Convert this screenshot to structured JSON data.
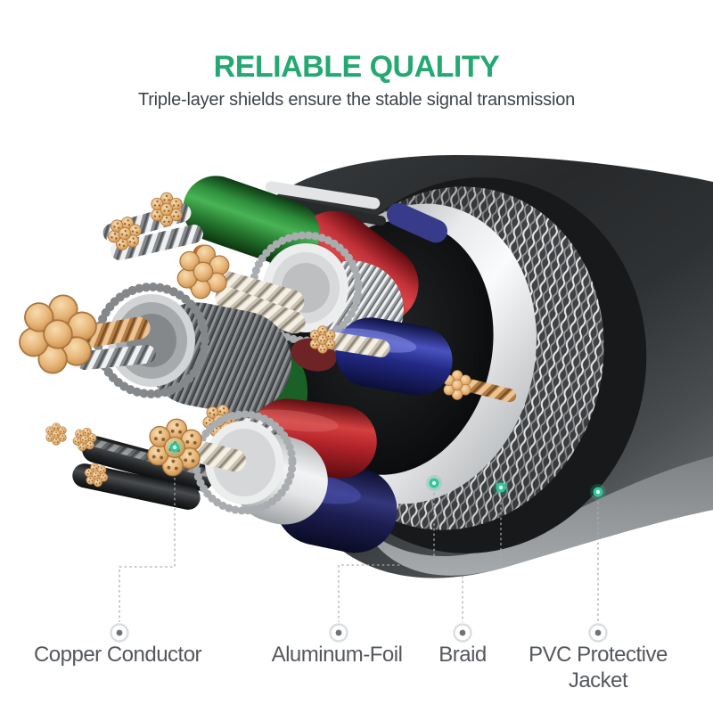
{
  "header": {
    "title": "RELIABLE QUALITY",
    "subtitle": "Triple-layer shields ensure the stable signal transmission"
  },
  "callouts": [
    {
      "id": "copper",
      "label": "Copper Conductor"
    },
    {
      "id": "aluminum-foil",
      "label": "Aluminum-Foil"
    },
    {
      "id": "braid",
      "label": "Braid"
    },
    {
      "id": "pvc",
      "label": "PVC Protective Jacket"
    }
  ],
  "colors": {
    "accent_green": "#26A873",
    "subtitle_text": "#3D434A",
    "label_text": "#54585E",
    "leader_line": "#A6AAAE",
    "marker_ring": "#DCDDDF",
    "marker_dot": "#6F7378",
    "indicator_teal": "#2EC79C",
    "copper": "#E8B77C",
    "pvc_jacket": "#2A2C2E",
    "braid_silver": "#C9CCCE",
    "foil_white": "#F4F5F6",
    "wire_green": "#2E8B3D",
    "wire_red": "#C5292F",
    "wire_navy": "#232A86",
    "wire_crimson": "#B2232A",
    "wire_indigo": "#1C1E52",
    "wire_orange": "#E78A3E"
  }
}
